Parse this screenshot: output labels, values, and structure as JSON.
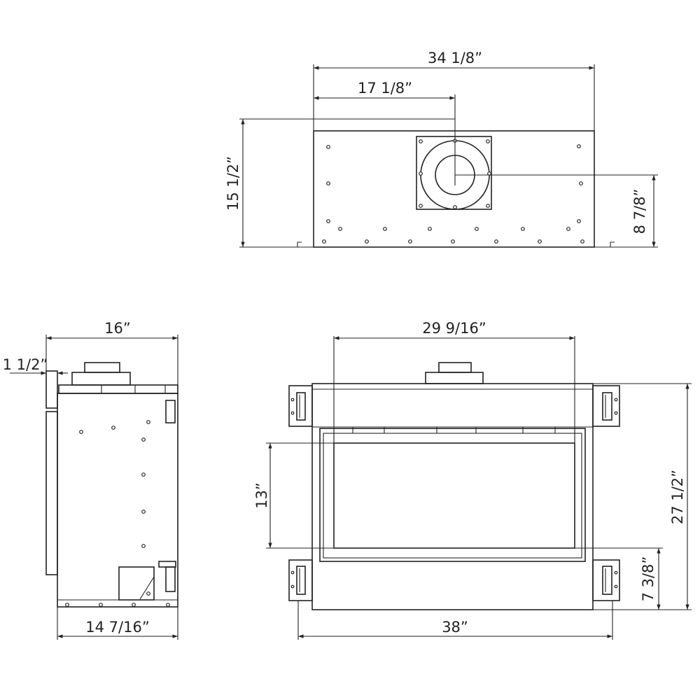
{
  "top_view": {
    "overall_width": "34 1/8”",
    "flue_center_offset": "17 1/8”",
    "depth": "15 1/2”",
    "flue_center_height": "8 7/8”"
  },
  "side_view": {
    "top_width": "16”",
    "standoff": "1 1/2”",
    "bottom_width": "14 7/16”"
  },
  "front_view": {
    "opening_width": "29 9/16”",
    "opening_height": "13”",
    "overall_height": "27 1/2”",
    "bracket_height": "7 3/8”",
    "overall_width": "38”"
  }
}
